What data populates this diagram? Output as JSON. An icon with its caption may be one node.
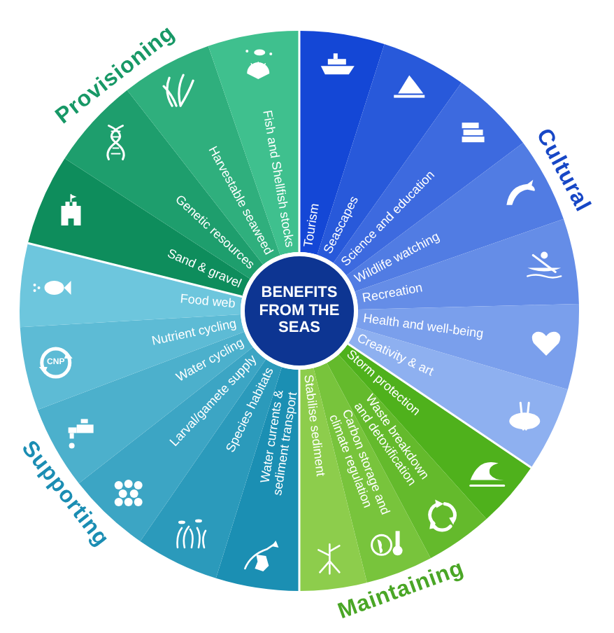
{
  "diagram": {
    "nodes": [
      {
        "text": [
          "BENEFITS FROM THE SEAS"
        ]
      },
      {
        "text": [
          "Tourism"
        ]
      },
      {
        "text": [
          "Seascapes"
        ]
      },
      {
        "text": [
          "Science and education"
        ]
      },
      {
        "text": [
          "Wildlife watching"
        ]
      },
      {
        "text": [
          "Recreation"
        ]
      },
      {
        "text": [
          "Health and well-being"
        ]
      },
      {
        "text": [
          "Creativity & art"
        ]
      },
      {
        "text": [
          "Storm protection"
        ]
      },
      {
        "text": [
          "Waste breakdown and detoxification"
        ]
      },
      {
        "text": [
          "Carbon storage and climate regulation"
        ]
      },
      {
        "text": [
          "Stabilise sediment"
        ]
      },
      {
        "text": [
          "Water currents & sediment transport"
        ]
      },
      {
        "text": [
          "Species habitats"
        ]
      },
      {
        "text": [
          "Larval/gamete supply"
        ]
      },
      {
        "text": [
          "Water cycling"
        ]
      },
      {
        "text": [
          "Nutrient cycling"
        ]
      },
      {
        "text": [
          "Food web"
        ]
      },
      {
        "text": [
          "Sand & gravel"
        ]
      },
      {
        "text": [
          "Genetic resources"
        ]
      },
      {
        "text": [
          "Harvestable seaweed"
        ]
      },
      {
        "text": [
          "Fish and Shellfish stocks"
        ]
      }
    ],
    "labels": [
      "Provisioning",
      "Cultural",
      "Maintaining",
      "Supporting",
      "CNP"
    ]
  }
}
